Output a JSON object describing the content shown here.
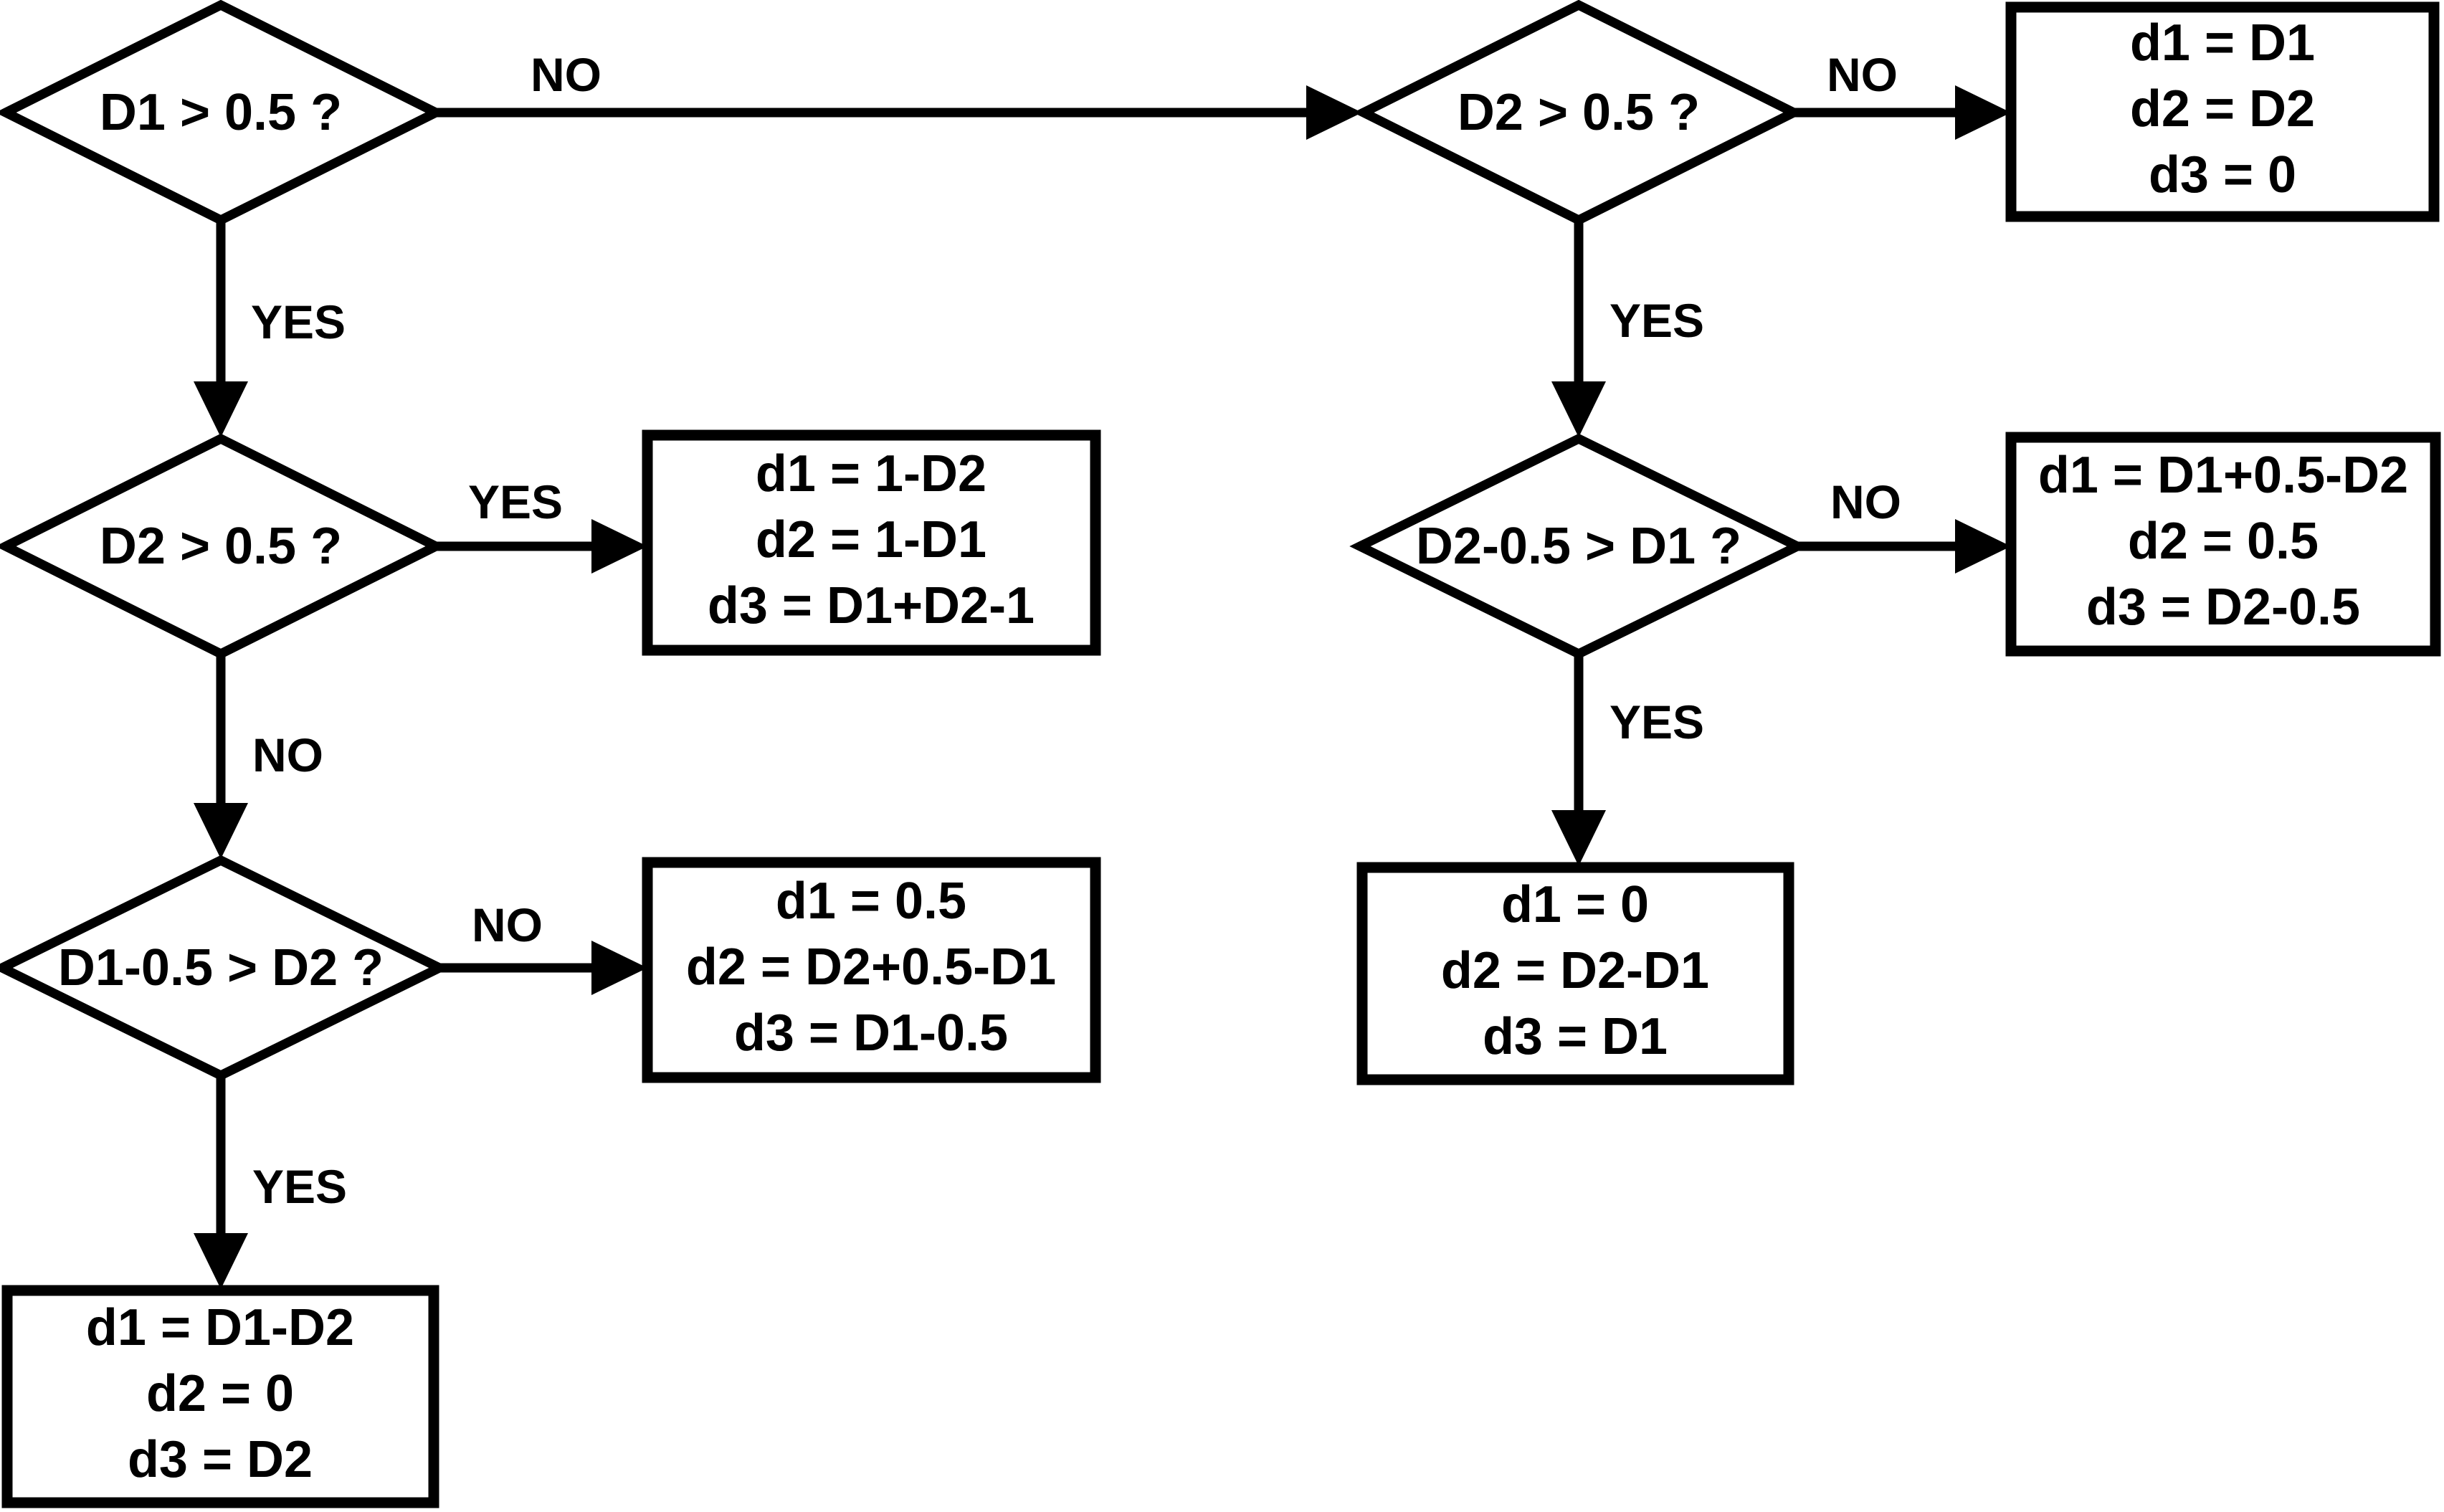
{
  "flowchart": {
    "colors": {
      "line": "#000000",
      "background": "#ffffff"
    },
    "decisions": {
      "root": "D1 > 0.5 ?",
      "left_mid": "D2 > 0.5 ?",
      "left_low": "D1-0.5 > D2 ?",
      "right_top": "D2 > 0.5 ?",
      "right_mid": "D2-0.5 > D1 ?"
    },
    "branch_labels": {
      "root_no": "NO",
      "root_yes": "YES",
      "left_mid_yes": "YES",
      "left_mid_no": "NO",
      "left_low_no": "NO",
      "left_low_yes": "YES",
      "right_top_no": "NO",
      "right_top_yes": "YES",
      "right_mid_no": "NO",
      "right_mid_yes": "YES"
    },
    "outcomes": {
      "left_mid_yes_box": {
        "lines": [
          "d1 = 1-D2",
          "d2 = 1-D1",
          "d3 = D1+D2-1"
        ]
      },
      "left_low_no_box": {
        "lines": [
          "d1 = 0.5",
          "d2 = D2+0.5-D1",
          "d3 = D1-0.5"
        ]
      },
      "left_low_yes_box": {
        "lines": [
          "d1 = D1-D2",
          "d2 = 0",
          "d3 = D2"
        ]
      },
      "right_top_no_box": {
        "lines": [
          "d1 = D1",
          "d2 = D2",
          "d3 = 0"
        ]
      },
      "right_mid_no_box": {
        "lines": [
          "d1 = D1+0.5-D2",
          "d2 = 0.5",
          "d3 = D2-0.5"
        ]
      },
      "right_mid_yes_box": {
        "lines": [
          "d1 = 0",
          "d2 = D2-D1",
          "d3 = D1"
        ]
      }
    }
  }
}
